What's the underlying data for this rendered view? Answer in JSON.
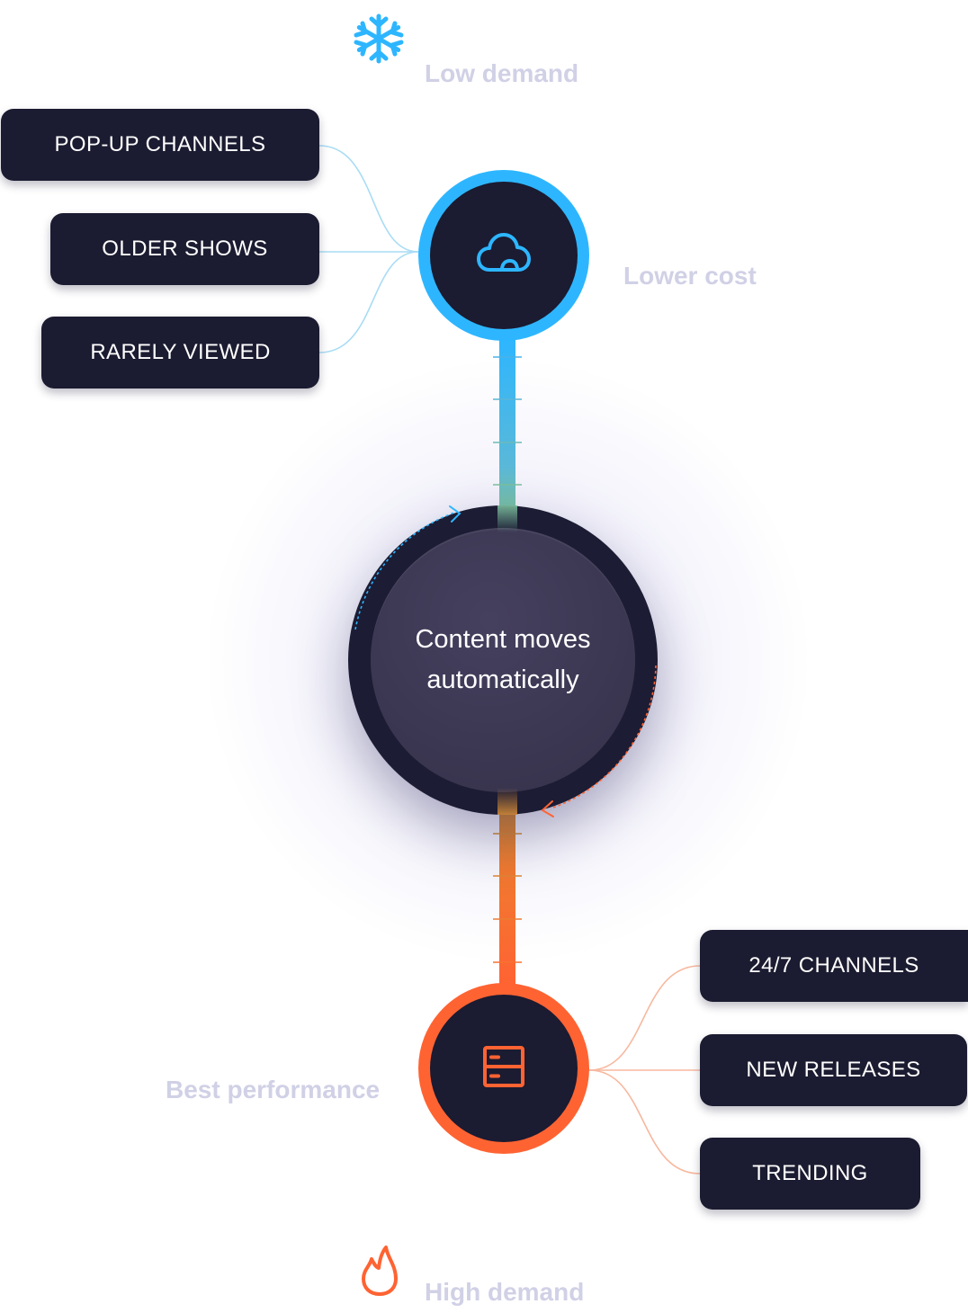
{
  "top": {
    "demand_label": "Low demand",
    "benefit_label": "Lower cost",
    "items": [
      "POP-UP CHANNELS",
      "OLDER SHOWS",
      "RARELY VIEWED"
    ]
  },
  "center": {
    "line1": "Content moves",
    "line2": "automatically"
  },
  "bottom": {
    "demand_label": "High demand",
    "benefit_label": "Best performance",
    "items": [
      "24/7 CHANNELS",
      "NEW RELEASES",
      "TRENDING"
    ]
  },
  "colors": {
    "cold": "#2db6ff",
    "hot": "#ff6332",
    "node_bg": "#1b1b31",
    "label": "#d0d0e6"
  },
  "icons": {
    "low_demand": "snowflake-icon",
    "cold_node": "cloud-icon",
    "hot_node": "server-icon",
    "high_demand": "flame-icon"
  }
}
